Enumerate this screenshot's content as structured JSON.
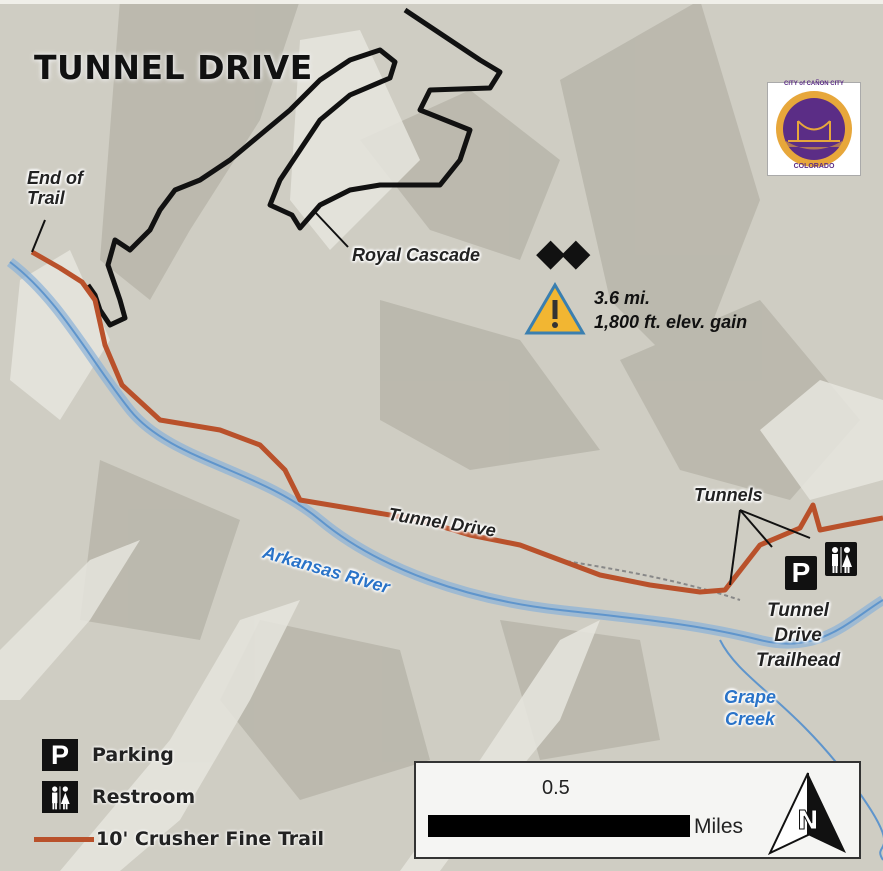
{
  "title": "TUNNEL DRIVE",
  "labels": {
    "end_of_trail_line1": "End of",
    "end_of_trail_line2": "Trail",
    "royal_cascade": "Royal Cascade",
    "difficulty": "◆◆",
    "distance": "3.6 mi.",
    "elevation": "1,800 ft. elev. gain",
    "tunnel_drive": "Tunnel Drive",
    "arkansas_river": "Arkansas River",
    "tunnels": "Tunnels",
    "trailhead_line1": "Tunnel",
    "trailhead_line2": "Drive",
    "trailhead_line3": "Trailhead",
    "grape_creek_line1": "Grape",
    "grape_creek_line2": "Creek"
  },
  "logo": {
    "text_top": "CITY of CAÑON CITY",
    "text_bottom": "COLORADO"
  },
  "symbols": {
    "parking": "P",
    "restroom_icon": "restroom-icon"
  },
  "legend": {
    "parking_label": "Parking",
    "restroom_label": "Restroom",
    "trail_label": "10' Crusher Fine Trail"
  },
  "scale": {
    "value": "0.5",
    "unit": "Miles",
    "north": "N"
  },
  "colors": {
    "trail": "#b9512b",
    "river": "#2a73c8",
    "route": "#111111",
    "terrain": "#c9c7bb",
    "warning_fill": "#f2b632",
    "warning_stroke": "#3a7fb0"
  }
}
